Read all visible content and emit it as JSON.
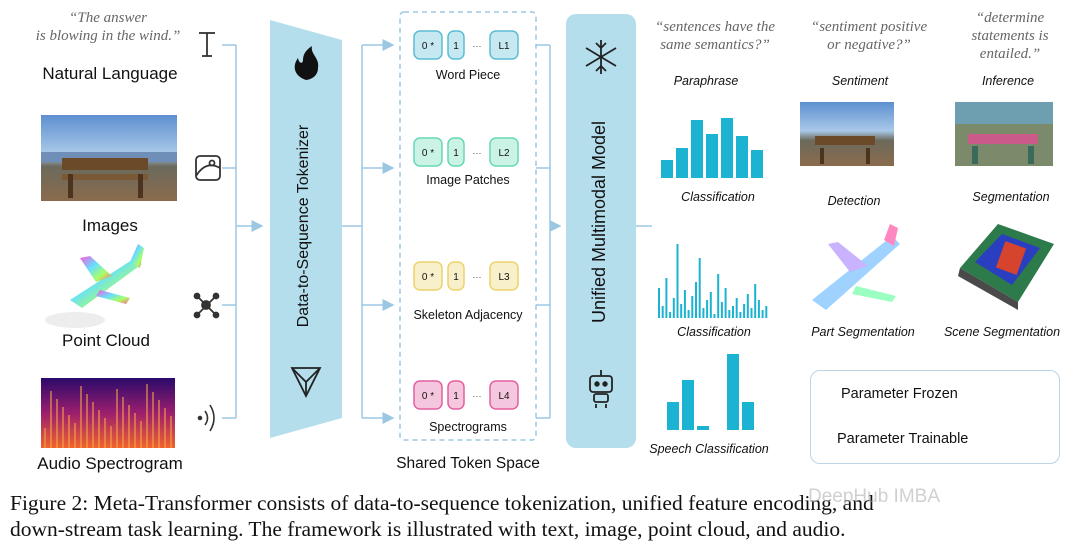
{
  "inputs": {
    "text_quote_line1": "“The answer",
    "text_quote_line2": "is blowing in the wind.”",
    "natural_language": "Natural Language",
    "images": "Images",
    "point_cloud": "Point Cloud",
    "audio_spectrogram": "Audio Spectrogram"
  },
  "tokenizer": {
    "label": "Data-to-Sequence Tokenizer"
  },
  "token_space": {
    "title": "Shared Token Space",
    "rows": [
      {
        "name": "Word Piece",
        "end_label": "L1",
        "color": "#5bbcd6"
      },
      {
        "name": "Image Patches",
        "end_label": "L2",
        "color": "#66d9b5"
      },
      {
        "name": "Skeleton Adjacency",
        "end_label": "L3",
        "color": "#ecd36b"
      },
      {
        "name": "Spectrograms",
        "end_label": "L4",
        "color": "#e35fa0"
      }
    ],
    "first_label": "0",
    "star": "*",
    "second_label": "1",
    "dots": "···"
  },
  "model": {
    "label": "Unified Multimodal Model"
  },
  "tasks": {
    "quote_paraphrase_1": "“sentences have the",
    "quote_paraphrase_2": "same semantics?”",
    "quote_sentiment_1": "“sentiment positive",
    "quote_sentiment_2": "or negative?”",
    "quote_inference_1": "“determine",
    "quote_inference_2": "statements is",
    "quote_inference_3": "entailed.”",
    "paraphrase": "Paraphrase",
    "sentiment": "Sentiment",
    "inference": "Inference",
    "classification_1": "Classification",
    "detection": "Detection",
    "segmentation": "Segmentation",
    "classification_2": "Classification",
    "part_segmentation": "Part Segmentation",
    "scene_segmentation": "Scene Segmentation",
    "speech_classification": "Speech Classification"
  },
  "legend": {
    "frozen": "Parameter Frozen",
    "trainable": "Parameter Trainable"
  },
  "caption": {
    "line1": "Figure 2: Meta-Transformer consists of data-to-sequence tokenization, unified feature encoding, and",
    "line2": "down-stream task learning. The framework is illustrated with text, image, point cloud, and audio."
  },
  "watermark": "DeepHub IMBA",
  "colors": {
    "accent_blue": "#a8d8ea",
    "bar_cyan": "#1bb3d1",
    "arrow": "#9cc7e3",
    "flame": "#111111"
  }
}
